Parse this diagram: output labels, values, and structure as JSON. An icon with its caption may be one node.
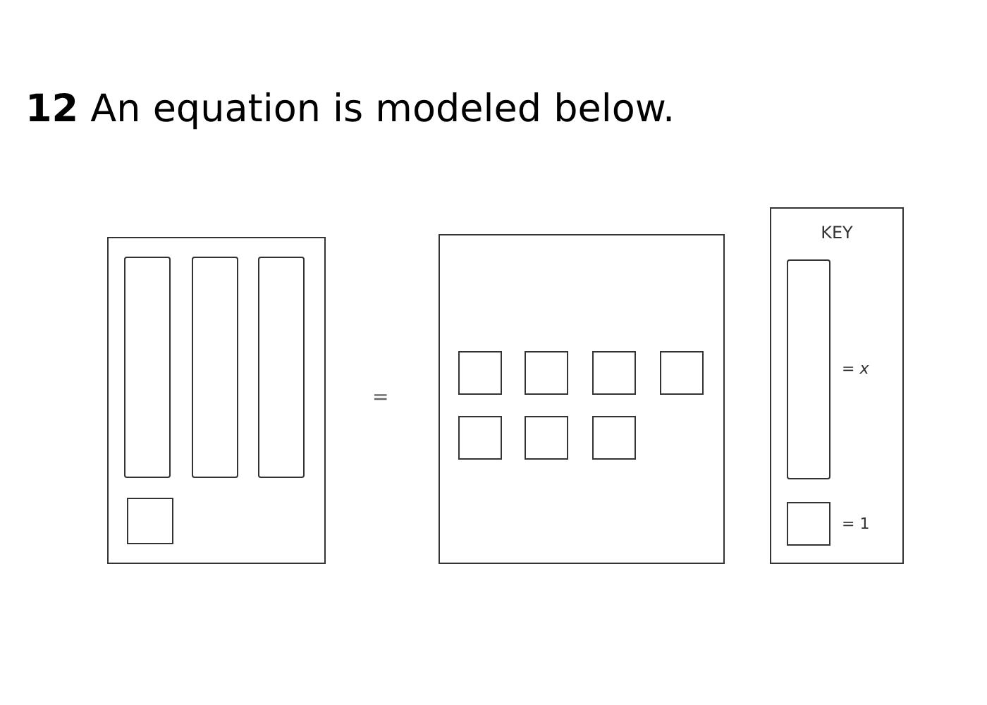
{
  "diagram": {
    "title": "**12** An equation is modeled below.",
    "nodes": [
      {
        "text": [],
        "shape": "box"
      },
      {
        "text": [],
        "shape": "bar",
        "in": 0
      },
      {
        "text": [],
        "shape": "bar",
        "in": 0
      },
      {
        "text": [],
        "shape": "bar",
        "in": 0
      },
      {
        "text": [],
        "shape": "box",
        "in": 0
      },
      {
        "text": [],
        "shape": "box"
      },
      {
        "text": [],
        "shape": "box",
        "in": 5
      },
      {
        "text": [],
        "shape": "box",
        "in": 5
      },
      {
        "text": [],
        "shape": "box",
        "in": 5
      },
      {
        "text": [],
        "shape": "box",
        "in": 5
      },
      {
        "text": [],
        "shape": "box",
        "in": 5
      },
      {
        "text": [],
        "shape": "box",
        "in": 5
      },
      {
        "text": [],
        "shape": "box",
        "in": 5
      },
      {
        "text": [
          "KEY"
        ]
      },
      {
        "text": [],
        "shape": "bar",
        "in": 13,
        "beside": [
          "= *x*"
        ]
      },
      {
        "text": [],
        "shape": "box",
        "in": 13,
        "beside": [
          "= 1"
        ]
      }
    ],
    "labels": [
      "="
    ]
  }
}
